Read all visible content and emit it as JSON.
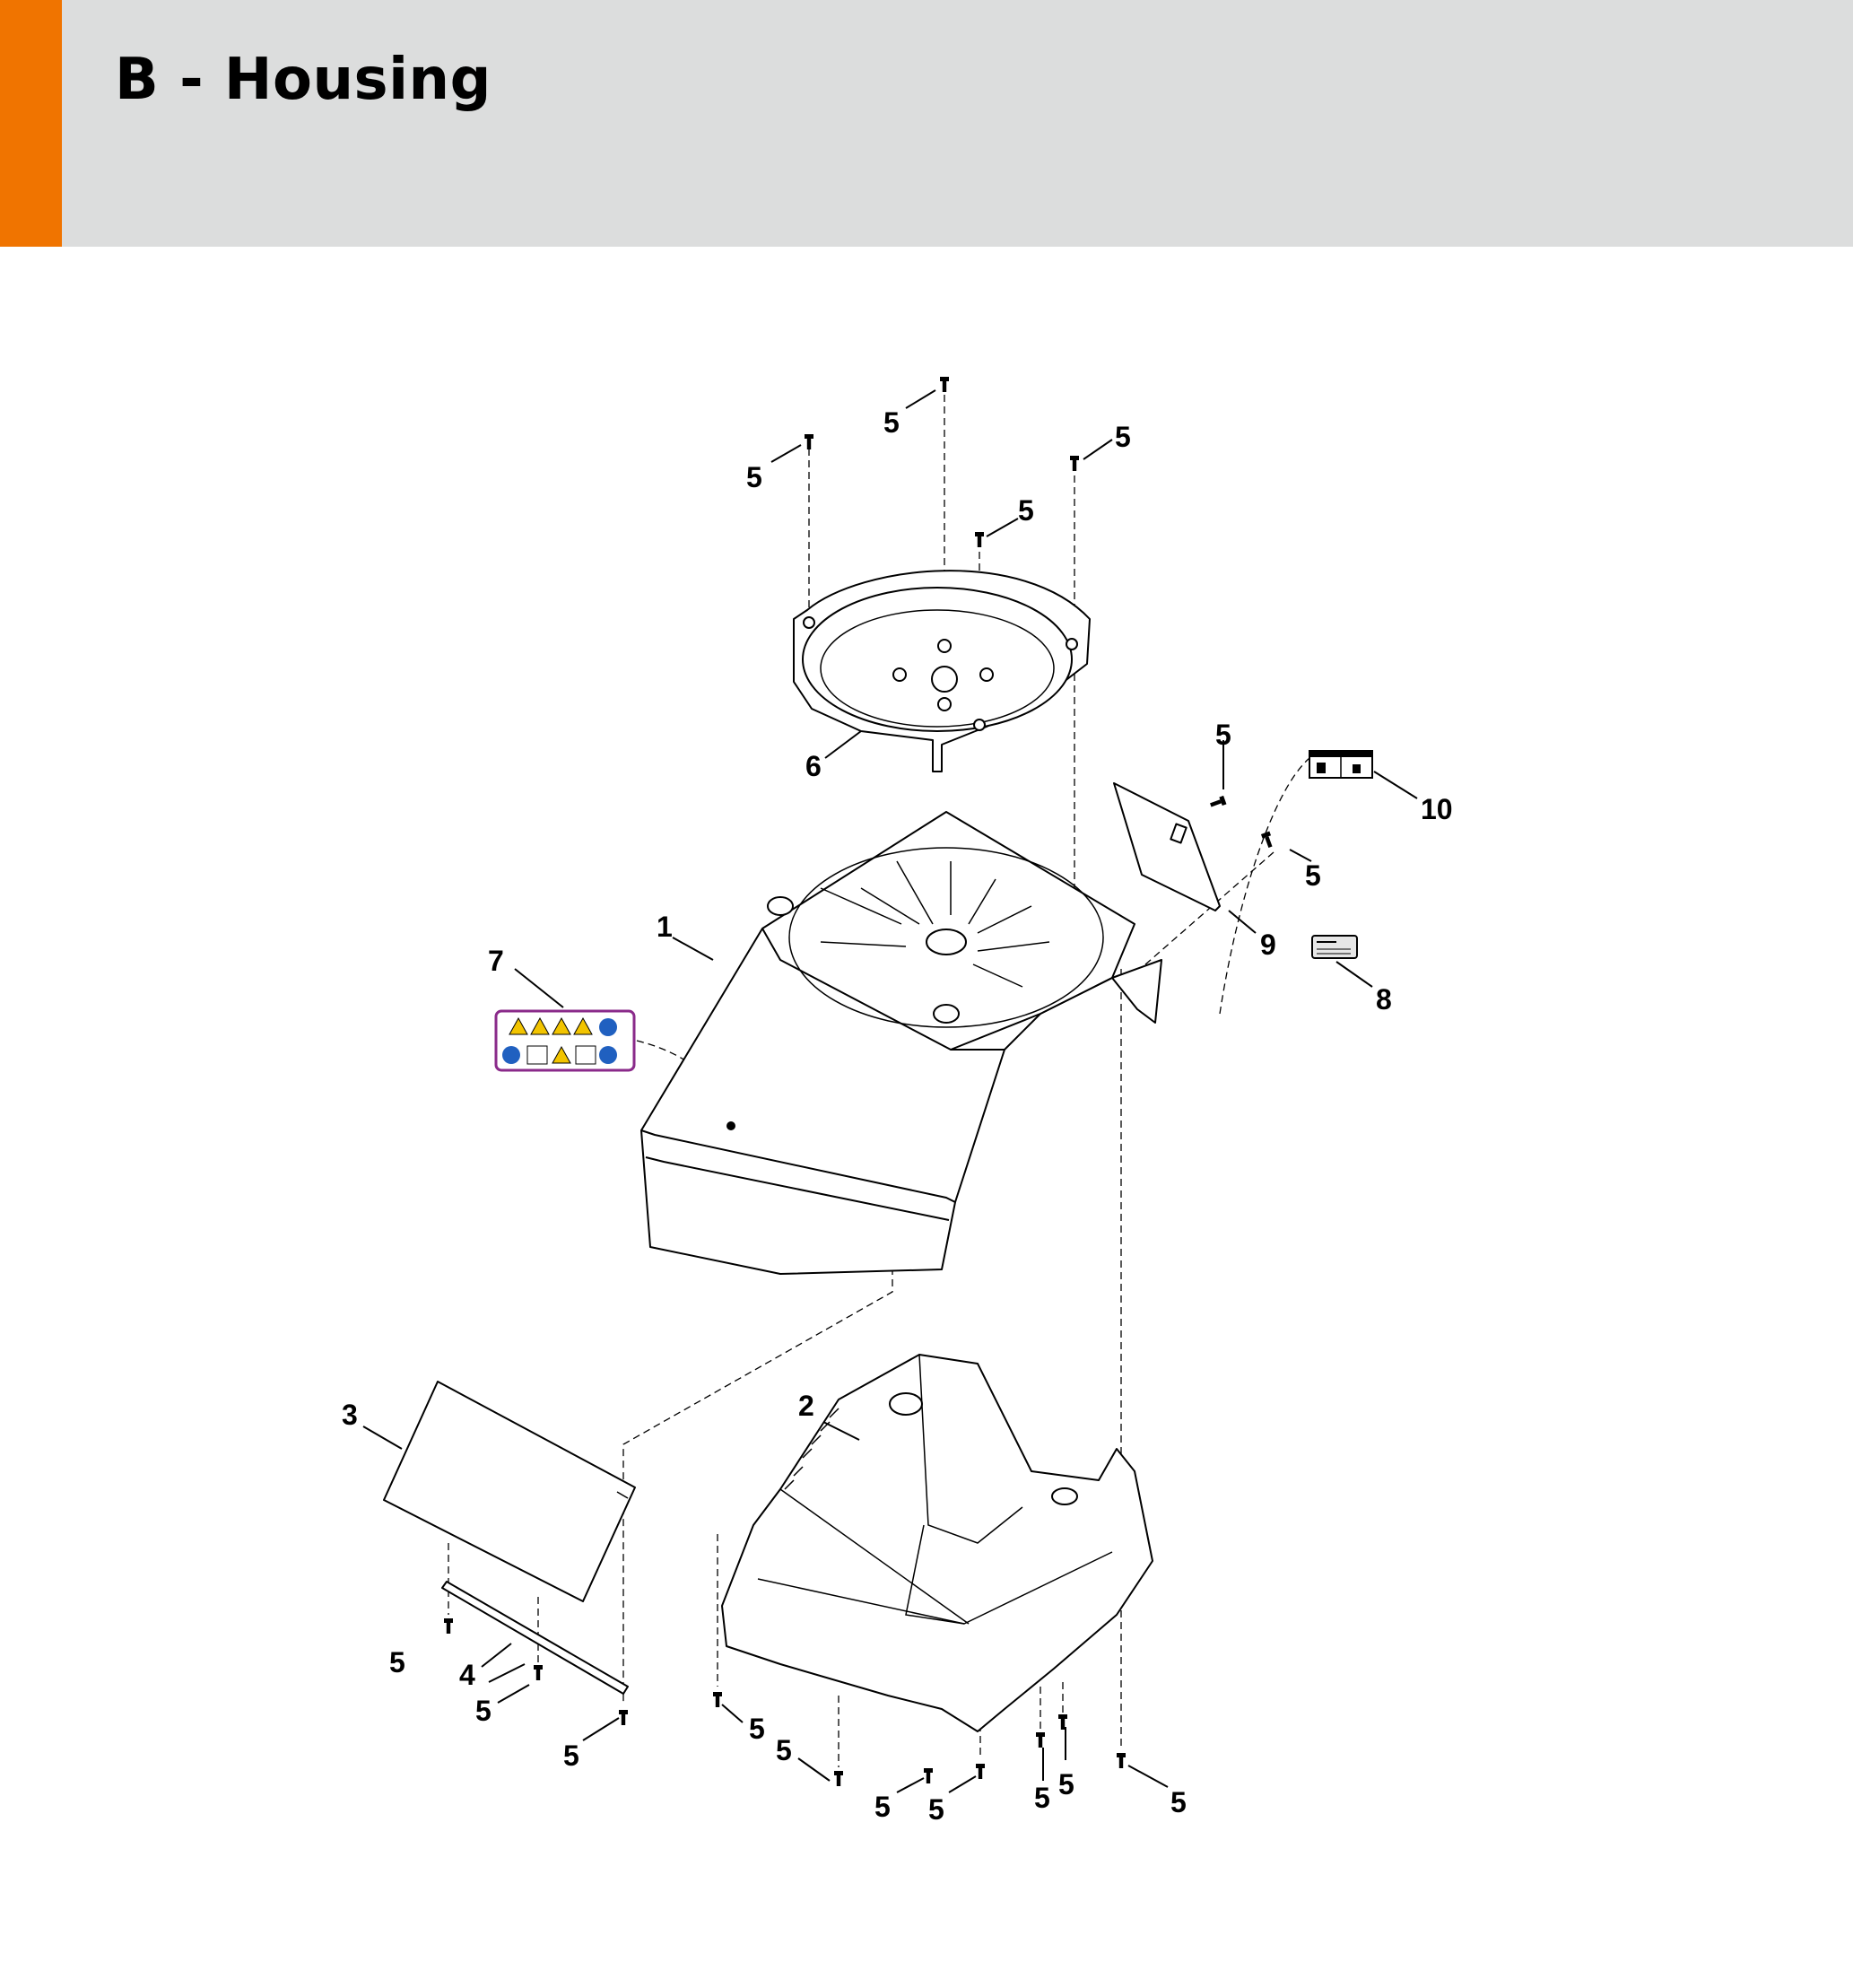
{
  "header": {
    "title": "B - Housing",
    "accent_color": "#f07400",
    "background_color": "#dcdddd"
  },
  "callouts": {
    "screw": "5",
    "housing": "1",
    "lower_housing": "2",
    "cover_plate": "3",
    "strip": "4",
    "fan_cover": "6",
    "warning_decal": "7",
    "label_small": "8",
    "bracket": "9",
    "label_start_stop": "10"
  },
  "icons": [
    "screw-icon",
    "warning-triangle-icon",
    "mandatory-circle-icon"
  ]
}
